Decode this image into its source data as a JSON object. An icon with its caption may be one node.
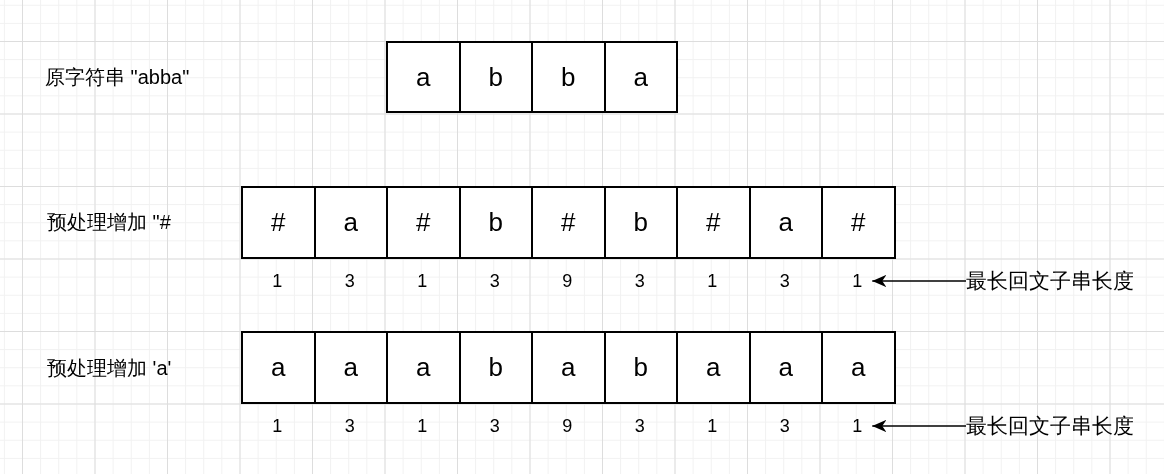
{
  "diagram": {
    "nodes": [
      {
        "text": [
          "a"
        ]
      },
      {
        "text": [
          "b"
        ]
      },
      {
        "text": [
          "b"
        ]
      },
      {
        "text": [
          "a"
        ]
      },
      {
        "text": [
          "#"
        ]
      },
      {
        "text": [
          "a"
        ]
      },
      {
        "text": [
          "#"
        ]
      },
      {
        "text": [
          "b"
        ]
      },
      {
        "text": [
          "#"
        ]
      },
      {
        "text": [
          "b"
        ]
      },
      {
        "text": [
          "#"
        ]
      },
      {
        "text": [
          "a"
        ]
      },
      {
        "text": [
          "#"
        ]
      },
      {
        "text": [
          "1"
        ]
      },
      {
        "text": [
          "最长回文子串长度"
        ]
      },
      {
        "text": [
          "a"
        ]
      },
      {
        "text": [
          "a"
        ]
      },
      {
        "text": [
          "a"
        ]
      },
      {
        "text": [
          "b"
        ]
      },
      {
        "text": [
          "a"
        ]
      },
      {
        "text": [
          "b"
        ]
      },
      {
        "text": [
          "a"
        ]
      },
      {
        "text": [
          "a"
        ]
      },
      {
        "text": [
          "a"
        ]
      },
      {
        "text": [
          "1"
        ]
      },
      {
        "text": [
          "最长回文子串长度"
        ]
      }
    ],
    "edges": [
      {
        "from": 14,
        "to": 13,
        "arrow": "to"
      },
      {
        "from": 25,
        "to": 24,
        "arrow": "to"
      }
    ],
    "labels": [
      "原字符串 \"abba\"",
      "预处理增加 \"#",
      "1",
      "3",
      "1",
      "3",
      "9",
      "3",
      "1",
      "3",
      "预处理增加 'a'",
      "1",
      "3",
      "1",
      "3",
      "9",
      "3",
      "1",
      "3"
    ]
  }
}
